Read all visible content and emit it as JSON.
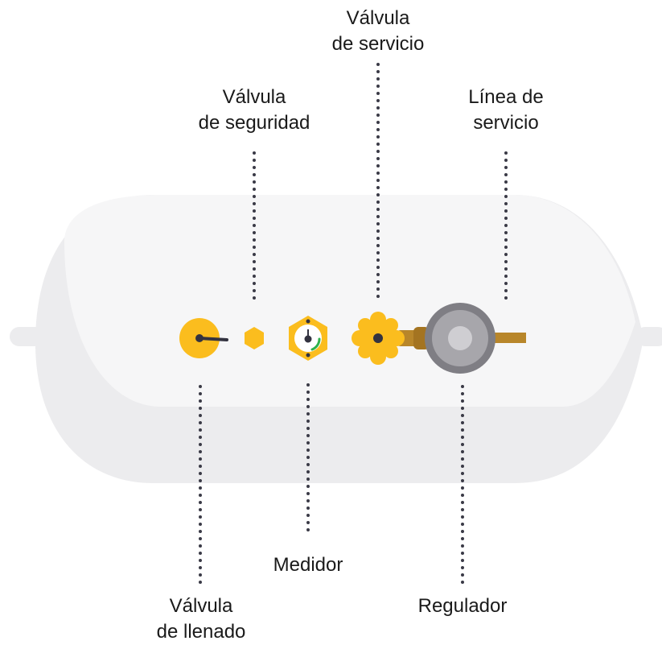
{
  "labels": {
    "service_valve": [
      "Válvula",
      "de servicio"
    ],
    "safety_valve": [
      "Válvula",
      "de seguridad"
    ],
    "service_line": [
      "Línea de",
      "servicio"
    ],
    "fill_valve": [
      "Válvula",
      "de llenado"
    ],
    "gauge": [
      "Medidor"
    ],
    "regulator": [
      "Regulador"
    ]
  },
  "colors": {
    "tank_body": "#ececee",
    "tank_highlight": "#f6f6f7",
    "valve_yellow": "#fbbd1e",
    "brass": "#b8862a",
    "regulator_outer": "#7f7e84",
    "regulator_mid": "#a7a6ab",
    "regulator_inner": "#cfced2",
    "gauge_green": "#2fb24c",
    "dark": "#333340",
    "dots": "#3a3a46"
  }
}
